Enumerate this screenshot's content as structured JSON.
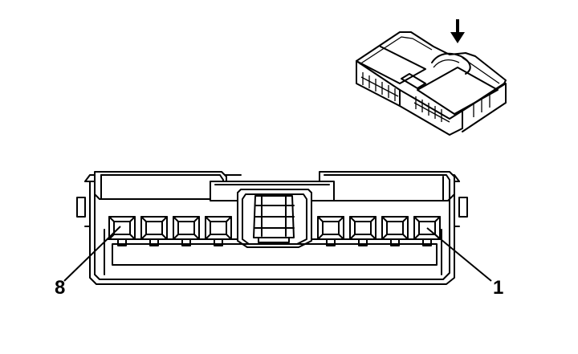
{
  "diagram": {
    "pin_labels": {
      "left": "8",
      "right": "1"
    },
    "cavity_count": 8,
    "icons": {
      "arrow": "down-arrow-icon",
      "connector_iso": "connector-isometric-icon",
      "connector_face": "connector-face-view"
    },
    "colors": {
      "line": "#000000",
      "background": "#ffffff"
    }
  }
}
